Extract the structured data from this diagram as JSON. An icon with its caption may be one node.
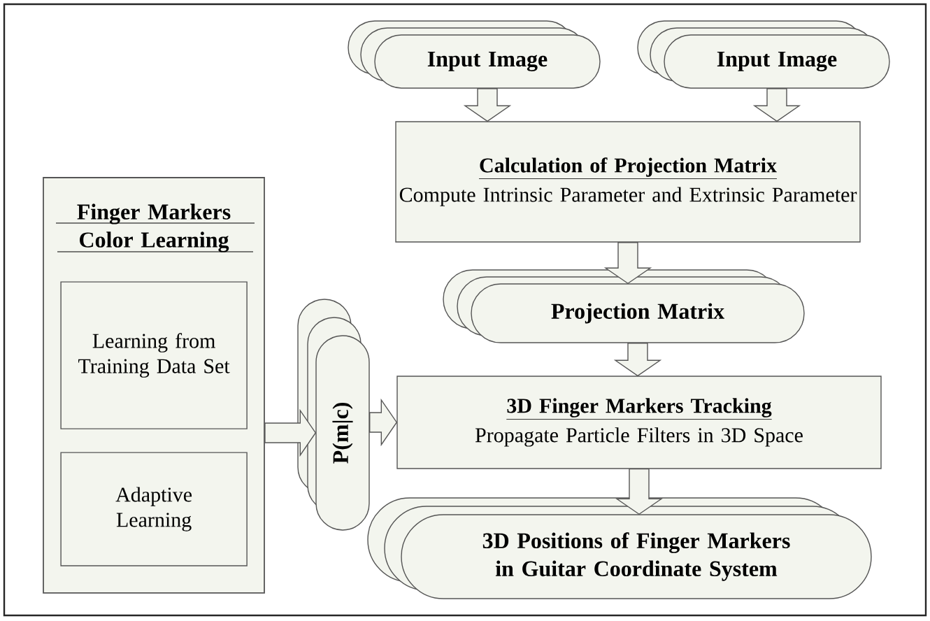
{
  "diagram": {
    "nodes": [
      {
        "text": [
          "Input Image"
        ]
      },
      {
        "text": [
          "Input Image"
        ]
      },
      {
        "text": [
          "Calculation of Projection Matrix",
          "Compute Intrinsic Parameter and Extrinsic Parameter"
        ]
      },
      {
        "text": [
          "Projection Matrix"
        ]
      },
      {
        "text": [
          "Finger Markers Color Learning"
        ]
      },
      {
        "text": [
          "Learning from Training Data Set"
        ],
        "in": 4
      },
      {
        "text": [
          "Adaptive Learning"
        ],
        "in": 4
      },
      {
        "text": [
          "P(m|c)"
        ]
      },
      {
        "text": [
          "3D Finger Markers Tracking",
          "Propagate Particle Filters in 3D Space"
        ]
      },
      {
        "text": [
          "3D Positions of Finger Markers in Guitar Coordinate System"
        ]
      }
    ],
    "edges": [
      {
        "from": 0,
        "to": 2,
        "arrow": "to"
      },
      {
        "from": 1,
        "to": 2,
        "arrow": "to"
      },
      {
        "from": 2,
        "to": 3,
        "arrow": "to"
      },
      {
        "from": 3,
        "to": 8,
        "arrow": "to"
      },
      {
        "from": 4,
        "to": 7,
        "arrow": "to"
      },
      {
        "from": 7,
        "to": 8,
        "arrow": "to"
      },
      {
        "from": 8,
        "to": 9,
        "arrow": "to"
      }
    ]
  }
}
